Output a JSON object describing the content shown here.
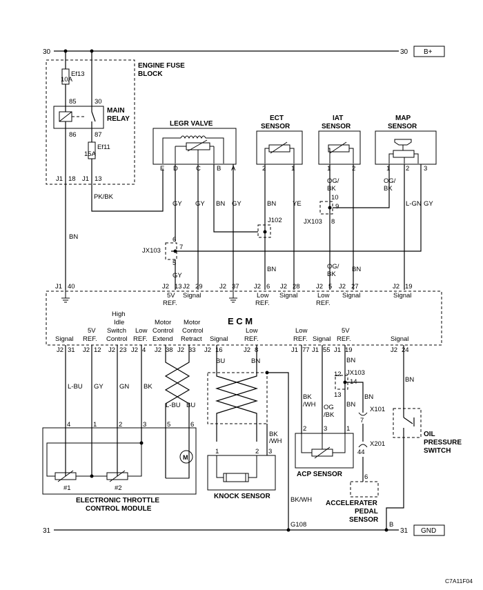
{
  "rails": {
    "top_left": "30",
    "top_right": "30",
    "bplus": "B+",
    "bot_left": "31",
    "bot_right": "31",
    "gnd": "GND"
  },
  "fuse_block": {
    "title1": "ENGINE FUSE",
    "title2": "BLOCK",
    "ef13": "Ef13",
    "ef13_rating": "10A",
    "ef11": "Ef11",
    "ef11_rating": "15A",
    "relay1": "MAIN",
    "relay2": "RELAY",
    "pin85": "85",
    "pin30": "30",
    "pin86": "86",
    "pin87": "87",
    "j1a": "J1",
    "j1a_pin": "18",
    "j1b": "J1",
    "j1b_pin": "13"
  },
  "legr": {
    "title": "LEGR VALVE",
    "pins": [
      "E",
      "D",
      "C",
      "B",
      "A"
    ],
    "wires": [
      "GY",
      "GY",
      "BN",
      "GY"
    ]
  },
  "ect": {
    "title1": "ECT",
    "title2": "SENSOR",
    "pins": [
      "2",
      "1"
    ],
    "wires": [
      "BN",
      "YE"
    ]
  },
  "iat": {
    "title1": "IAT",
    "title2": "SENSOR",
    "pins": [
      "1",
      "2"
    ],
    "wire1a": "OG/",
    "wire1b": "BK"
  },
  "map": {
    "title1": "MAP",
    "title2": "SENSOR",
    "pins": [
      "1",
      "2",
      "3"
    ],
    "wire1a": "OG/",
    "wire1b": "BK",
    "wire2": "L-GN",
    "wire3": "GY"
  },
  "pkbk": "PK/BK",
  "bn_main": "BN",
  "jx103a": {
    "name": "JX103",
    "p6": "6",
    "p7": "7",
    "p5": "5",
    "wire": "GY"
  },
  "jx103b": {
    "name": "JX103",
    "p10": "10",
    "p9": "9",
    "p8": "8"
  },
  "j102": "J102",
  "ecm": {
    "title": "E C M",
    "top_conns": [
      {
        "j": "J1",
        "p": "40"
      },
      {
        "j": "J2",
        "p": "13"
      },
      {
        "j": "J2",
        "p": "29"
      },
      {
        "j": "J2",
        "p": "37"
      },
      {
        "j": "J2",
        "p": "6"
      },
      {
        "j": "J2",
        "p": "28"
      },
      {
        "j": "J2",
        "p": "5"
      },
      {
        "j": "J2",
        "p": "27"
      },
      {
        "j": "J2",
        "p": "19"
      }
    ],
    "top_labels": [
      {
        "l1": "5V",
        "l2": "REF."
      },
      {
        "l1": "",
        "l2": "Signal"
      },
      {
        "l1": "Low",
        "l2": "REF."
      },
      {
        "l1": "",
        "l2": "Signal"
      },
      {
        "l1": "Low",
        "l2": "REF."
      },
      {
        "l1": "",
        "l2": "Signal"
      },
      {
        "l1": "",
        "l2": "Signal"
      }
    ],
    "bot_labels": [
      {
        "l1": "",
        "l2": "",
        "l3": "Signal"
      },
      {
        "l1": "",
        "l2": "5V",
        "l3": "REF."
      },
      {
        "l1": "High",
        "l2": "Idle",
        "l3": "Switch",
        "l4": "Control"
      },
      {
        "l1": "",
        "l2": "Low",
        "l3": "REF."
      },
      {
        "l1": "Motor",
        "l2": "Control",
        "l3": "Extend"
      },
      {
        "l1": "Motor",
        "l2": "Control",
        "l3": "Retract"
      },
      {
        "l1": "",
        "l2": "",
        "l3": "Signal"
      },
      {
        "l1": "",
        "l2": "Low",
        "l3": "REF."
      },
      {
        "l1": "",
        "l2": "Low",
        "l3": "REF."
      },
      {
        "l1": "",
        "l2": "",
        "l3": "Signal"
      },
      {
        "l1": "",
        "l2": "5V",
        "l3": "REF."
      },
      {
        "l1": "",
        "l2": "",
        "l3": "Signal"
      }
    ],
    "bot_conns": [
      {
        "j": "J2",
        "p": "31"
      },
      {
        "j": "J2",
        "p": "12"
      },
      {
        "j": "J2",
        "p": "23"
      },
      {
        "j": "J2",
        "p": "4"
      },
      {
        "j": "J2",
        "p": "38"
      },
      {
        "j": "J2",
        "p": "33"
      },
      {
        "j": "J2",
        "p": "16"
      },
      {
        "j": "J2",
        "p": "8"
      },
      {
        "j": "J1",
        "p": "77"
      },
      {
        "j": "J1",
        "p": "55"
      },
      {
        "j": "J1",
        "p": "19"
      },
      {
        "j": "J2",
        "p": "24"
      }
    ]
  },
  "throttle": {
    "title1": "ELECTRONIC THROTTLE",
    "title2": "CONTROL MODULE",
    "wires": [
      "L-BU",
      "GY",
      "GN",
      "BK",
      "L-BU",
      "BU"
    ],
    "pins": [
      "4",
      "1",
      "2",
      "3",
      "5",
      "6"
    ],
    "s1": "#1",
    "s2": "#2"
  },
  "knock": {
    "title": "KNOCK SENSOR",
    "w1": "BU",
    "w2": "BN",
    "w3a": "BK",
    "w3b": "/WH",
    "pins": [
      "1",
      "2",
      "3"
    ]
  },
  "acp": {
    "title": "ACP SENSOR",
    "w1a": "BK",
    "w1b": "/WH",
    "w2a": "OG",
    "w2b": "/BK",
    "w3": "BN",
    "pins": [
      "2",
      "3",
      "1"
    ]
  },
  "jx103c": {
    "name": "JX103",
    "p12": "12",
    "p14": "14",
    "p13": "13"
  },
  "x101": {
    "name": "X101",
    "pin": "7",
    "wire": "BN"
  },
  "x201": {
    "name": "X201",
    "pin": "44"
  },
  "accel": {
    "t1": "ACCELERATER",
    "t2": "PEDAL",
    "t3": "SENSOR",
    "pin": "6"
  },
  "oil": {
    "t1": "OIL",
    "t2": "PRESSURE",
    "t3": "SWITCH",
    "wire": "BN",
    "pin": "B"
  },
  "bkwh": "BK/WH",
  "g108": "G108",
  "code": "C7A11F04",
  "bn_labels": [
    "BN",
    "BN",
    "BN",
    "BN",
    "BN"
  ],
  "og_bk": {
    "a": "OG/",
    "b": "BK"
  },
  "gy2": "GY"
}
